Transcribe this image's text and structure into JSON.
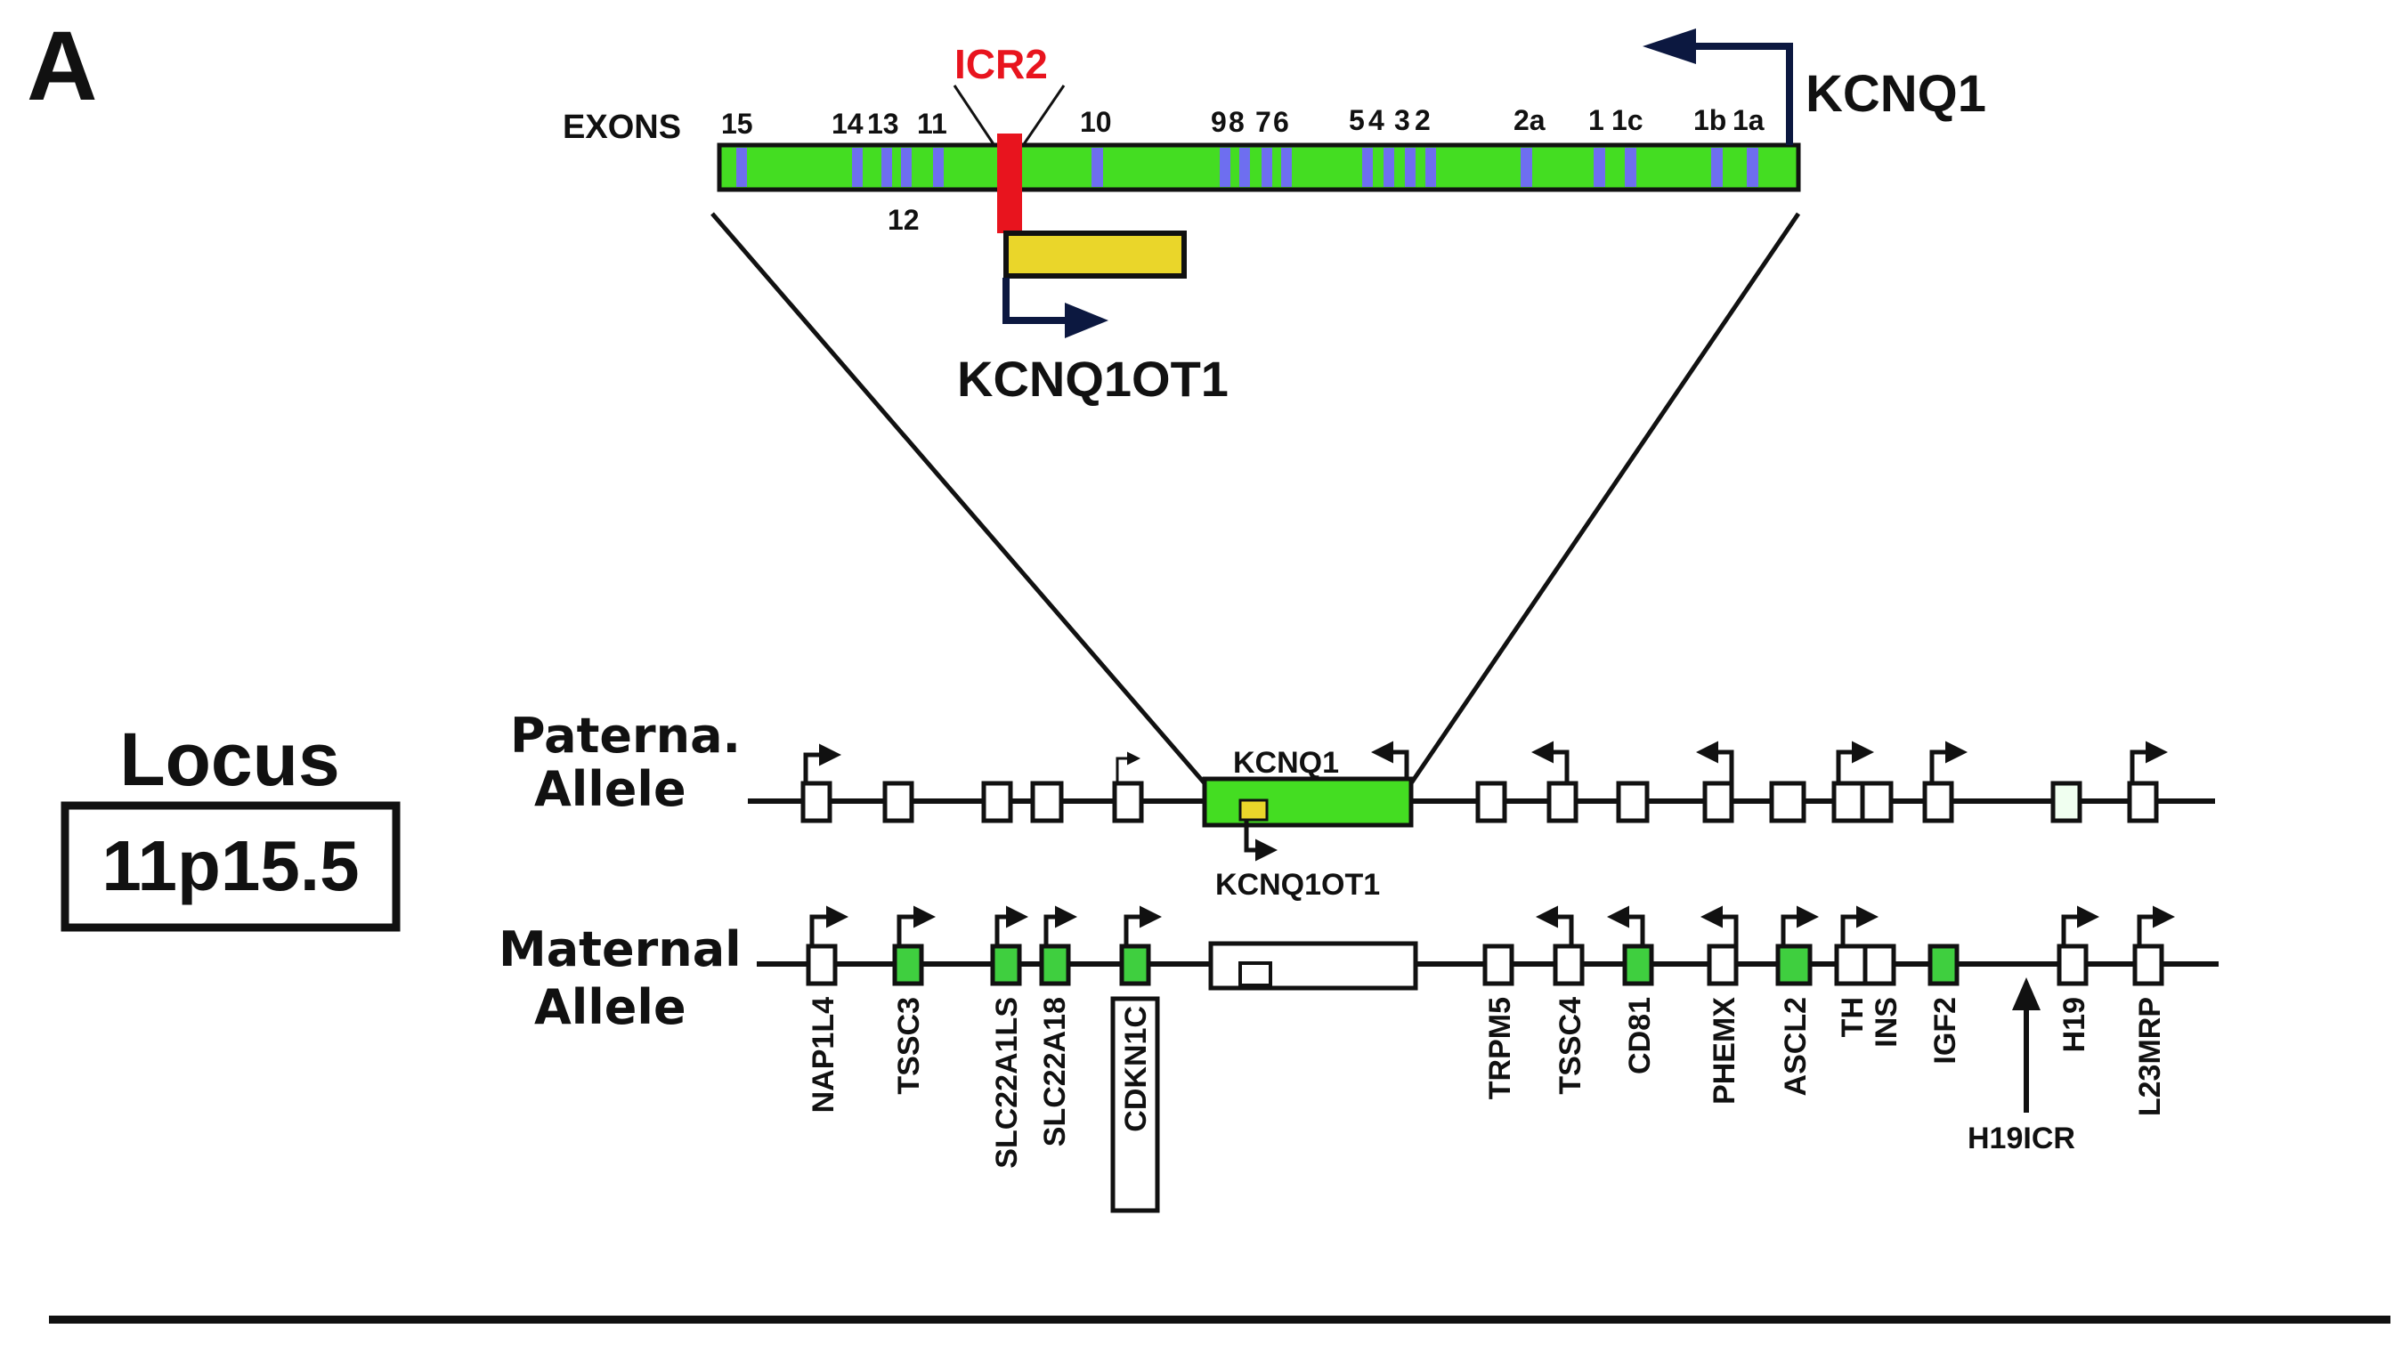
{
  "panel_label": "A",
  "exon_map": {
    "row_label": "EXONS",
    "exon_numbers_top": [
      "15",
      "14",
      "13",
      "11",
      "10",
      "9",
      "8",
      "7",
      "6",
      "5",
      "4",
      "3",
      "2",
      "2a",
      "1",
      "1c",
      "1b",
      "1a"
    ],
    "exon_number_bottom": "12",
    "icr_label": "ICR2",
    "gene_label": "KCNQ1",
    "antisense_label": "KCNQ1OT1"
  },
  "locus": {
    "title": "Locus",
    "band": "11p15.5"
  },
  "paternal": {
    "label_line1": "Paterna.",
    "label_line2": "Allele",
    "kcnq1_label": "KCNQ1",
    "kcnq1ot1_label": "KCNQ1OT1"
  },
  "maternal": {
    "label_line1": "Maternal",
    "label_line2": "Allele"
  },
  "gene_names": [
    "NAP1L4",
    "TSSC3",
    "SLC22A1LS",
    "SLC22A18",
    "CDKN1C",
    "TRPM5",
    "TSSC4",
    "CD81",
    "PHEMX",
    "ASCL2",
    "TH",
    "INS",
    "IGF2",
    "H19",
    "L23MRP"
  ],
  "h19icr_label": "H19ICR",
  "colors": {
    "exon_bar": "#44dd22",
    "exon_stripe": "#6e6ef0",
    "icr": "#e8141e",
    "antisense_box": "#ead62a",
    "expressed_gene": "#3fcf3f",
    "arrow_navy": "#0c1840",
    "text": "#111111"
  }
}
